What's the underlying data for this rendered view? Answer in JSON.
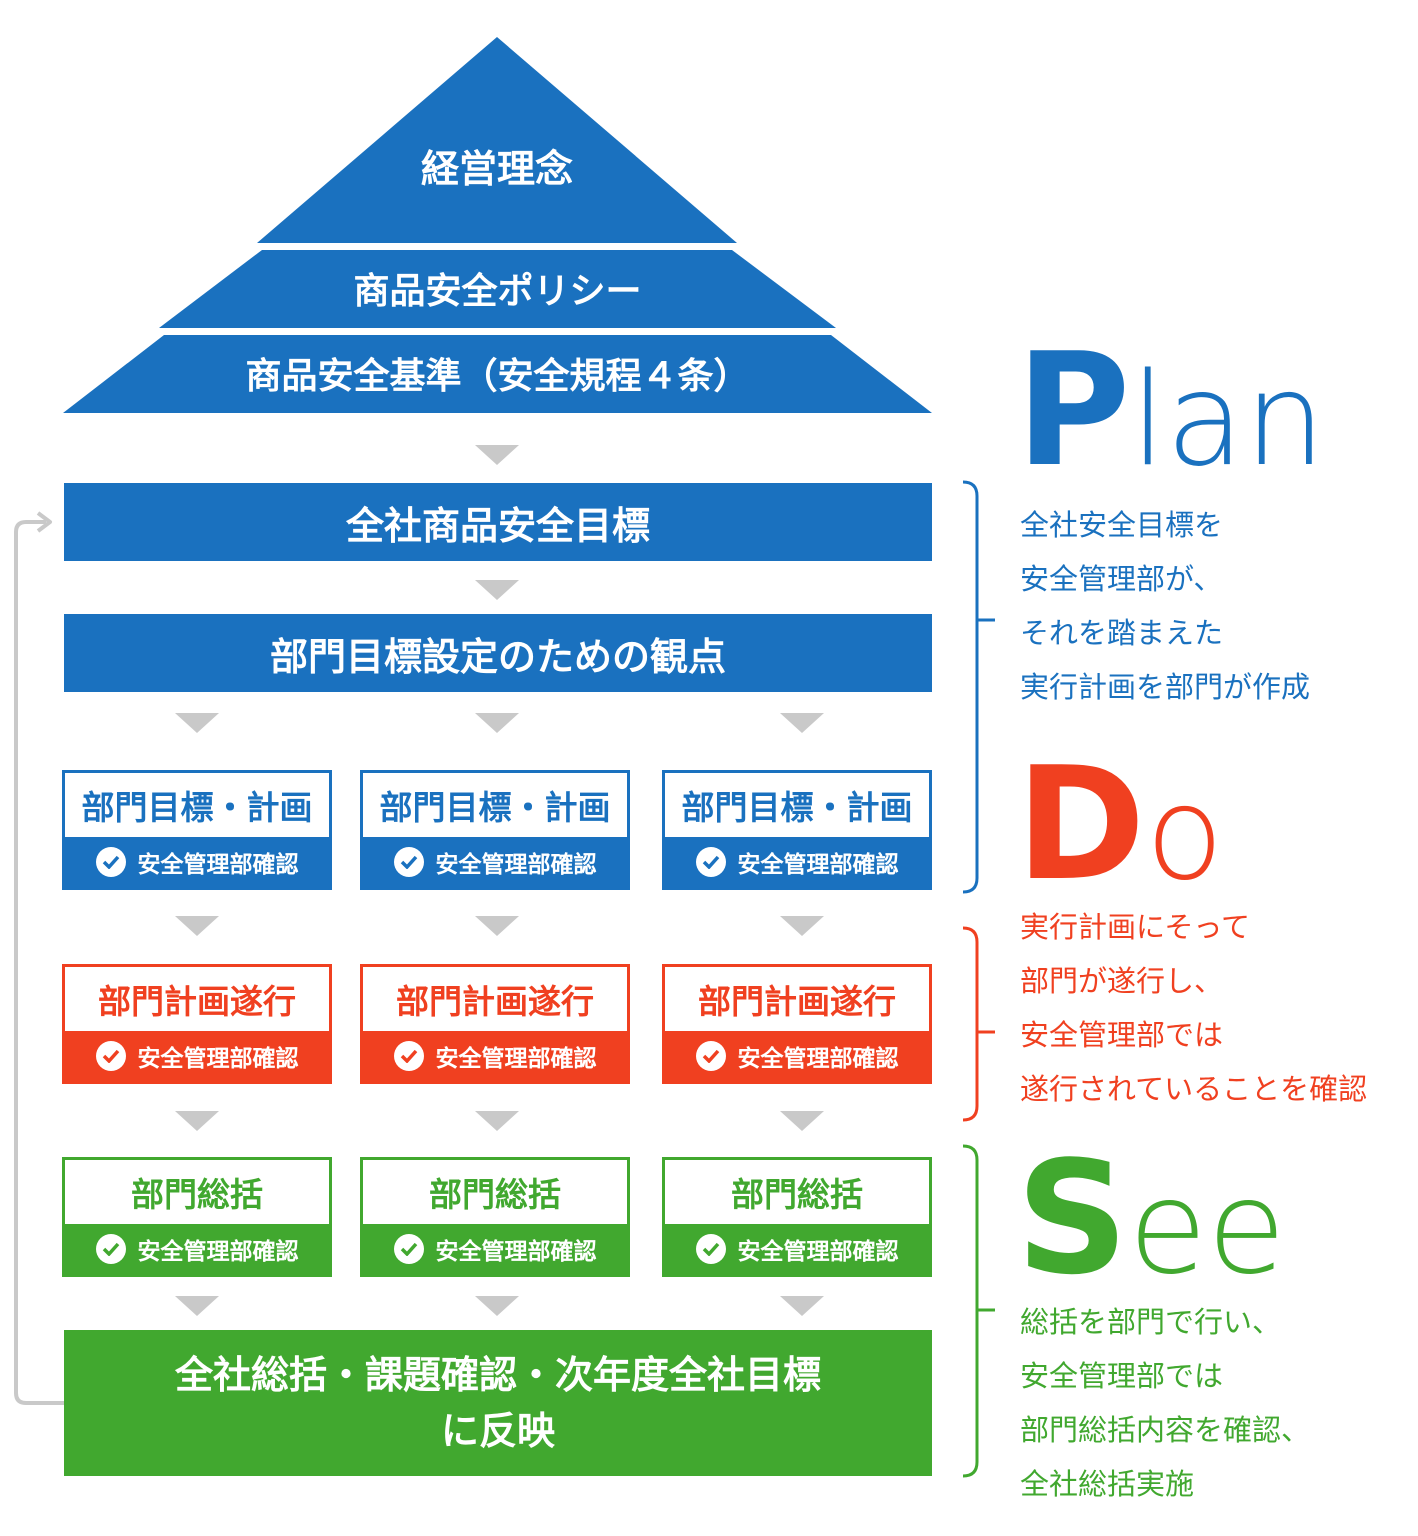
{
  "colors": {
    "blue": "#1a71bf",
    "red": "#f04020",
    "green": "#41a82f",
    "arrow": "#c9c9c9"
  },
  "pyramid": {
    "layers": [
      "経営理念",
      "商品安全ポリシー",
      "商品安全基準（安全規程４条）"
    ]
  },
  "company_goal": "全社商品安全目標",
  "viewpoint": "部門目標設定のための観点",
  "confirm_label": "安全管理部確認",
  "plan_row": [
    "部門目標・計画",
    "部門目標・計画",
    "部門目標・計画"
  ],
  "do_row": [
    "部門計画遂行",
    "部門計画遂行",
    "部門計画遂行"
  ],
  "see_row": [
    "部門総括",
    "部門総括",
    "部門総括"
  ],
  "final": {
    "line1": "全社総括・課題確認・次年度全社目標",
    "line2": "に反映"
  },
  "plan": {
    "cap": "P",
    "rest": "lan",
    "lines": [
      "全社安全目標を",
      "安全管理部が、",
      "それを踏まえた",
      "実行計画を部門が作成"
    ]
  },
  "do": {
    "cap": "D",
    "rest": "o",
    "lines": [
      "実行計画にそって",
      "部門が遂行し、",
      "安全管理部では",
      "遂行されていることを確認"
    ]
  },
  "see": {
    "cap": "S",
    "rest": "ee",
    "lines": [
      "総括を部門で行い、",
      "安全管理部では",
      "部門総括内容を確認、",
      "全社総括実施"
    ]
  }
}
